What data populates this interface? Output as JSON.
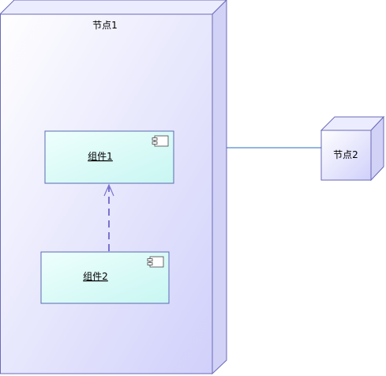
{
  "nodes": [
    {
      "id": "node-1",
      "label": "节点1"
    },
    {
      "id": "node-2",
      "label": "节点2"
    }
  ],
  "components": [
    {
      "id": "component-1",
      "label": "组件1"
    },
    {
      "id": "component-2",
      "label": "组件2"
    }
  ],
  "colors": {
    "node_edge": "#6a6ab8",
    "node_face": "#dcdcff",
    "component_fill": "#d8fcf8",
    "component_edge": "#5a6ab0",
    "link_line": "#2a6cc0",
    "dependency_line": "#7a74cf"
  }
}
